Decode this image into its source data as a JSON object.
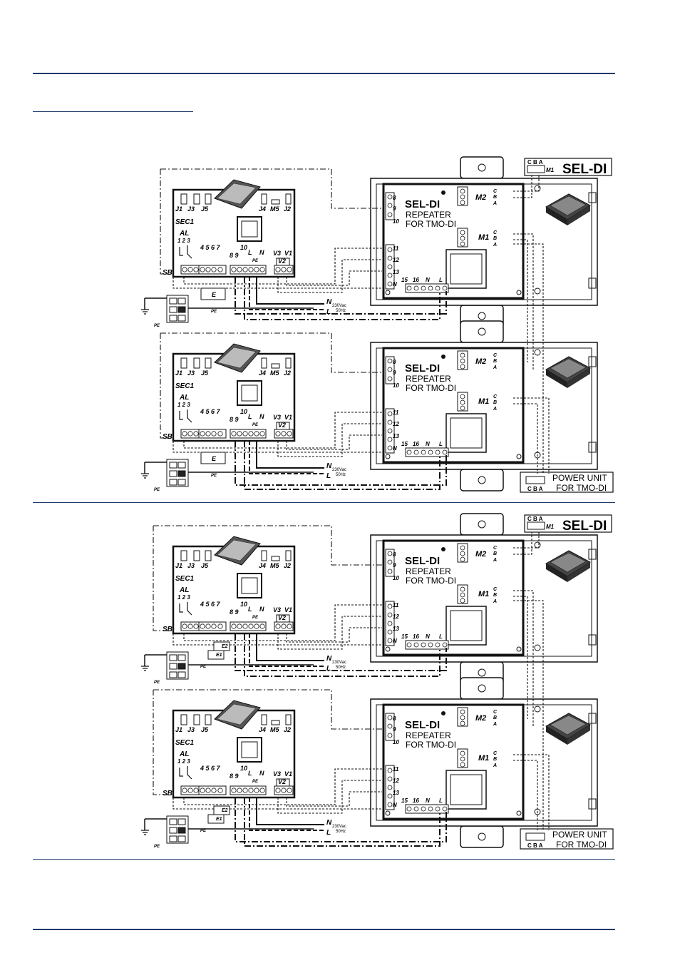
{
  "colors": {
    "rule": "#1f3a6e",
    "ink": "#111111"
  },
  "sel_di_label": "SEL-DI",
  "repeater": {
    "title": "SEL-DI",
    "line1": "REPEATER",
    "line2": "FOR TMO-DI"
  },
  "power_unit": {
    "line1": "POWER UNIT",
    "line2": "FOR TMO-DI"
  },
  "terminals": {
    "m1": "M1",
    "m2": "M2",
    "cba": "C B A",
    "c": "C",
    "b": "B",
    "a": "A",
    "t8": "8",
    "t9": "9",
    "t10": "10",
    "t11": "11",
    "t12": "12",
    "t13": "13",
    "tn": "N",
    "t15": "15",
    "t16": "16",
    "n": "N",
    "l": "L"
  },
  "unit_board": {
    "j1": "J1",
    "j3": "J3",
    "j5": "J5",
    "j4": "J4",
    "m5": "M5",
    "j2": "J2",
    "sec1": "SEC1",
    "al": "AL",
    "al_pins": "1 2 3",
    "sb": "SB",
    "pins_4567": "4 5 6 7",
    "pins_89": "8 9",
    "pin10": "10",
    "pin_l": "L",
    "pin_n": "N",
    "pe": "PE",
    "v3": "V3",
    "v1": "V1",
    "v2": "V2",
    "e": "E",
    "e1": "E1",
    "e2": "E2"
  },
  "supply": {
    "n": "N",
    "l": "L",
    "voltage": "230Vac",
    "freq": "50Hz",
    "pe": "PE"
  }
}
